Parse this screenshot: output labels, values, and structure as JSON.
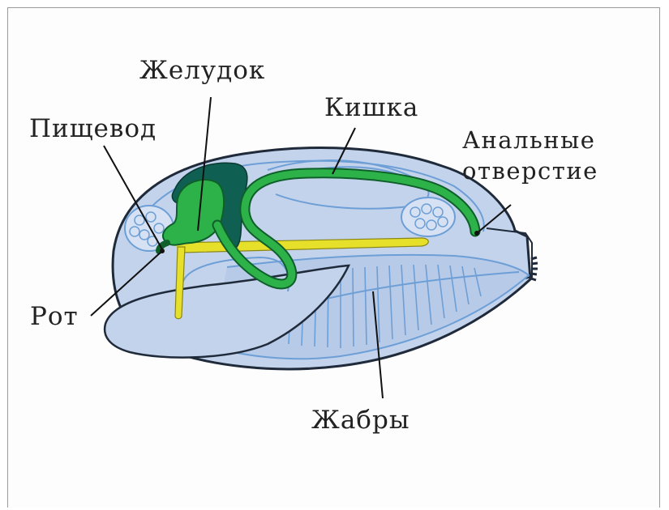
{
  "labels": {
    "stomach": "Желудок",
    "esophagus": "Пищевод",
    "intestine": "Кишка",
    "anal_opening_line1": "Анальные",
    "anal_opening_line2": "отверстие",
    "mouth": "Рот",
    "gills": "Жабры"
  },
  "colors": {
    "body_fill": "#c3d3ec",
    "body_outline": "#1f2a3a",
    "inner_lines": "#6d9fd6",
    "digestive_green": "#2db24a",
    "stomach_dark": "#0f5f52",
    "yellow_duct": "#e7e02a",
    "leader_lines": "#111111"
  }
}
